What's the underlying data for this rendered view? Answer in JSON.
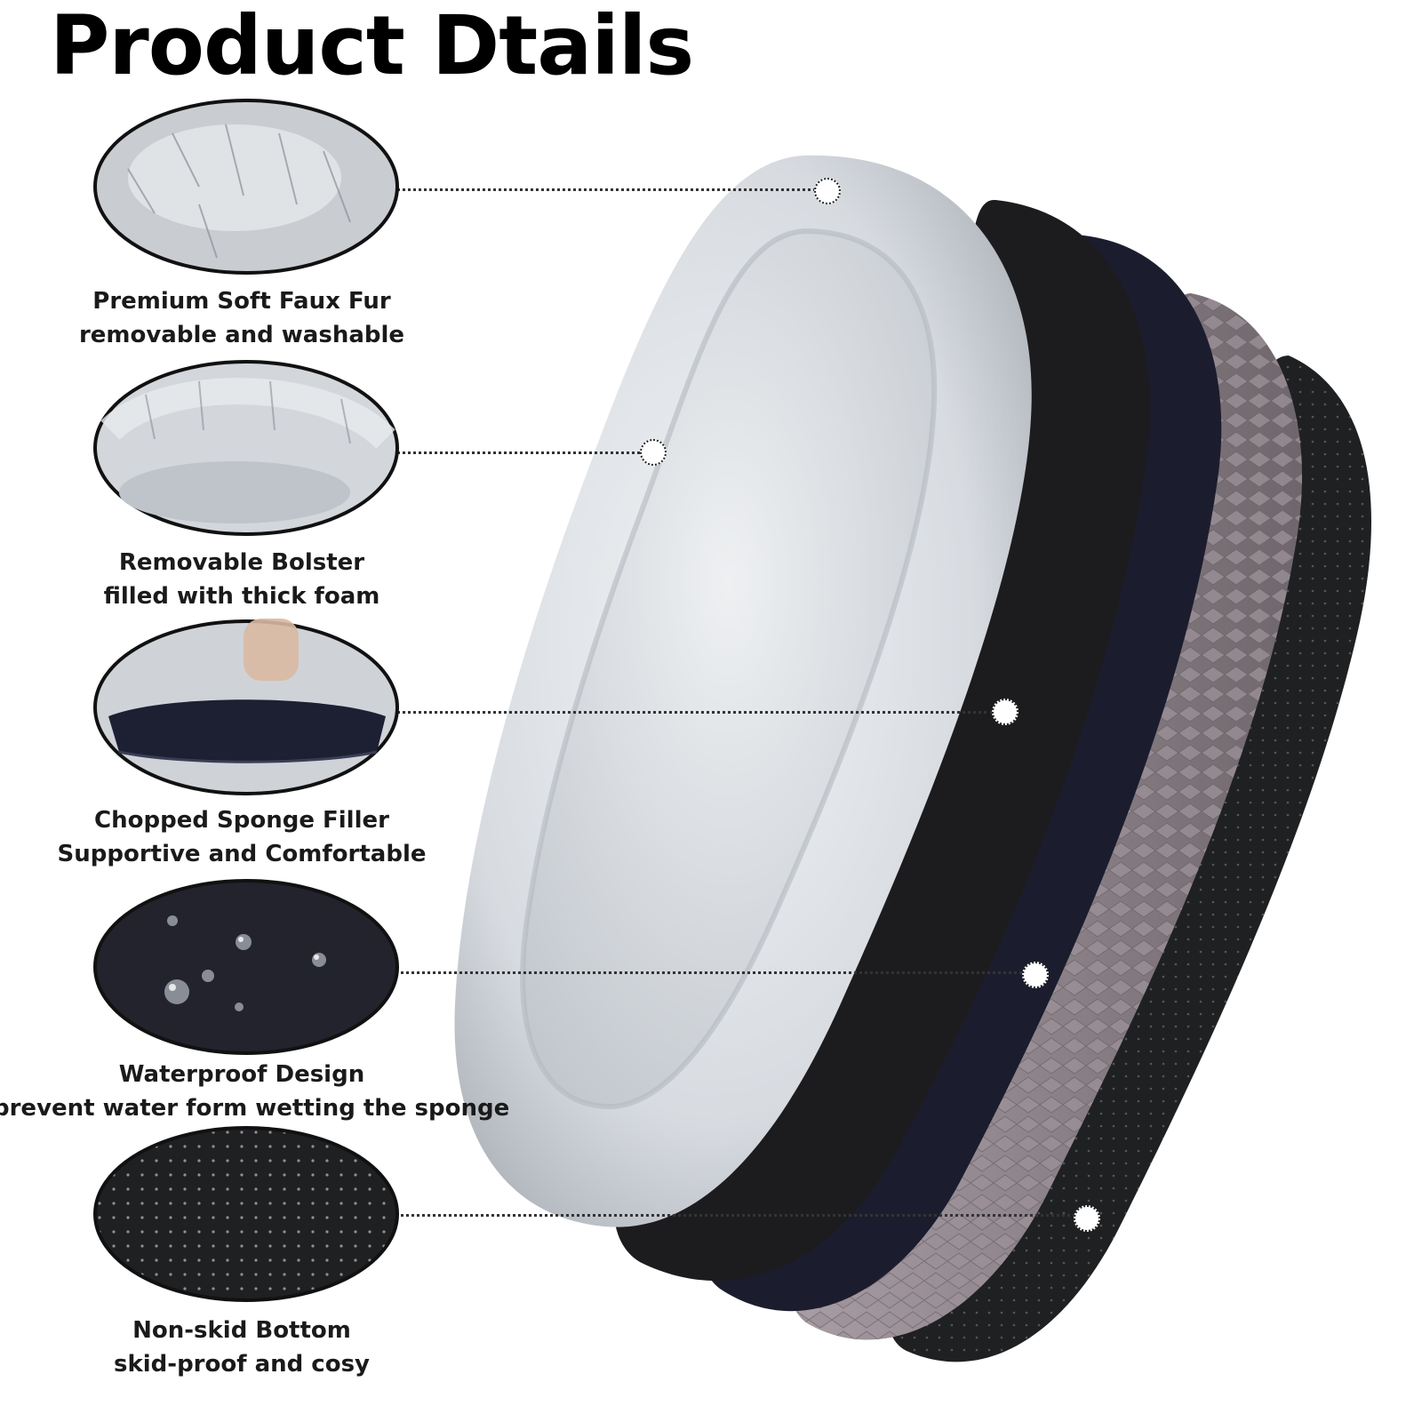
{
  "page": {
    "title": "Product Dtails"
  },
  "features": [
    {
      "line1": "Premium Soft Faux Fur",
      "line2": "removable and washable",
      "icon": "faux-fur-closeup"
    },
    {
      "line1": "Removable Bolster",
      "line2": "filled with thick foam",
      "icon": "bolster-closeup"
    },
    {
      "line1": "Chopped Sponge Filler",
      "line2": "Supportive and Comfortable",
      "icon": "sponge-filler-closeup"
    },
    {
      "line1": "Waterproof Design",
      "line2": "prevent water form wetting the sponge",
      "icon": "waterproof-closeup"
    },
    {
      "line1": "Non-skid Bottom",
      "line2": "skid-proof and cosy",
      "icon": "non-skid-closeup"
    }
  ],
  "colors": {
    "fur": "#d9dde2",
    "fur_shadow": "#9aa0a8",
    "liner_black": "#1c1c1f",
    "liner_navy": "#1b1d2e",
    "foam_mauve": "#8a7f86",
    "bottom_black": "#1f2022"
  }
}
